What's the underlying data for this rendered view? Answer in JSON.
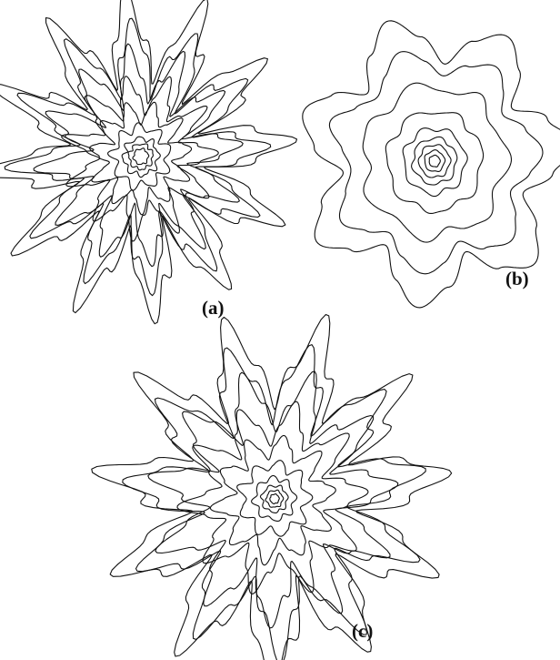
{
  "figure": {
    "panels": [
      {
        "id": "a",
        "label": "(a)",
        "description_shape": "fingered-many-lobes"
      },
      {
        "id": "b",
        "label": "(b)",
        "description_shape": "smooth-few-lobes"
      },
      {
        "id": "c",
        "label": "(c)",
        "description_shape": "branched-lobes"
      }
    ],
    "stroke_color": "#111111",
    "background_color": "#ffffff"
  }
}
